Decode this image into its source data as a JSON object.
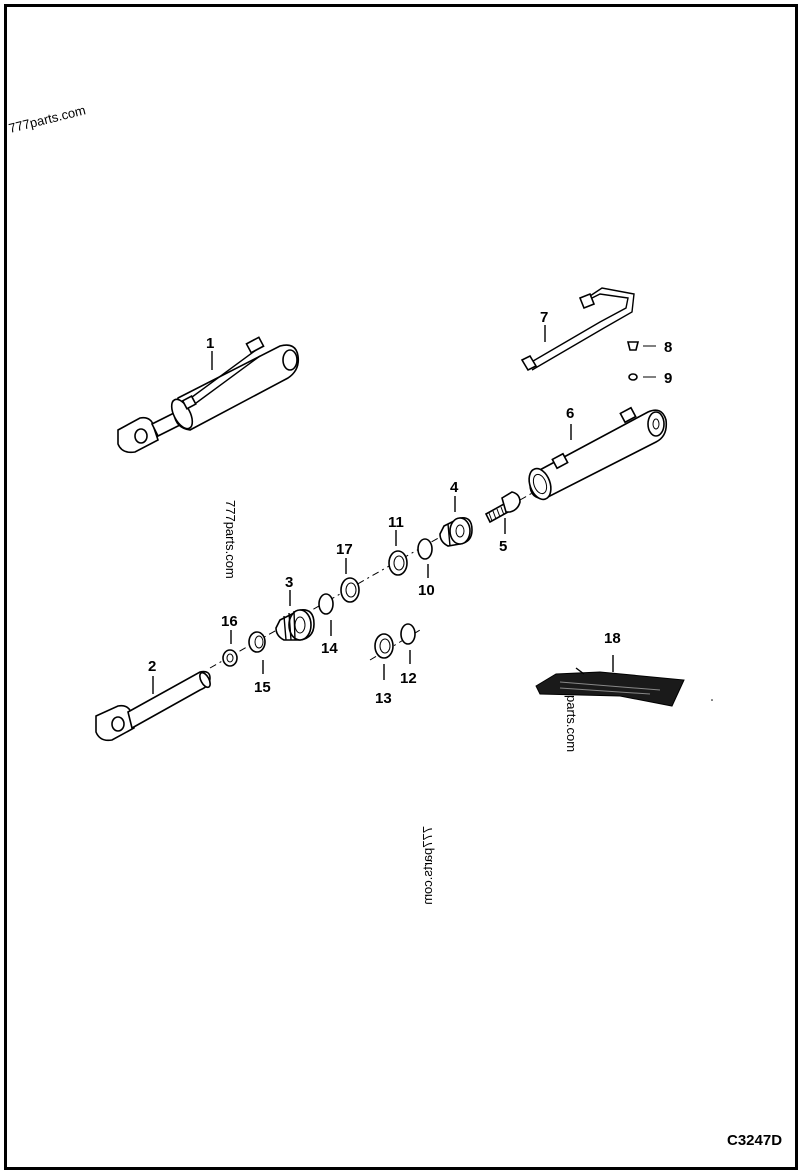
{
  "watermarks": [
    "777parts.com",
    "777parts.com",
    "parts.com",
    "777parts.com"
  ],
  "callouts": [
    "1",
    "2",
    "3",
    "4",
    "5",
    "6",
    "7",
    "8",
    "9",
    "10",
    "11",
    "12",
    "13",
    "14",
    "15",
    "16",
    "17",
    "18"
  ],
  "drawing_code": "C3247D"
}
